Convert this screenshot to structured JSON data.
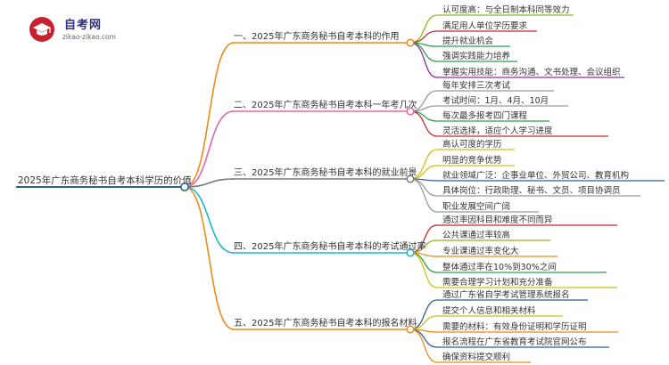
{
  "logo": {
    "title": "自考网",
    "url": "zikao-zikao.com",
    "icon": "graduation-cap-icon",
    "colors": {
      "badge": "#c8202d",
      "text": "#2d2f86"
    }
  },
  "root": {
    "label": "2025年广东商务秘书自考本科学历的价值",
    "color": "#2f5f8f"
  },
  "branches": [
    {
      "label": "一、2025年广东商务秘书自考本科的作用",
      "color": "#ee8a17",
      "children": [
        {
          "label": "认可度高：与全日制本科同等效力",
          "color": "#8cb81f"
        },
        {
          "label": "满足用人单位学历要求",
          "color": "#c8282e"
        },
        {
          "label": "提升就业机会",
          "color": "#2e9f4a"
        },
        {
          "label": "强调实践能力培养",
          "color": "#2e9f4a"
        },
        {
          "label": "掌握实用技能：商务沟通、文书处理、会议组织",
          "color": "#8a2ea0"
        }
      ]
    },
    {
      "label": "二、2025年广东商务秘书自考本科一年考几次",
      "color": "#e565b4",
      "children": [
        {
          "label": "每年安排三次考试",
          "color": "#9a9a9a"
        },
        {
          "label": "考试时间：1月、4月、10月",
          "color": "#9a9a9a"
        },
        {
          "label": "每次最多报考四门课程",
          "color": "#2e9f4a"
        },
        {
          "label": "灵活选择，适应个人学习进度",
          "color": "#c8282e"
        }
      ]
    },
    {
      "label": "三、2025年广东商务秘书自考本科的就业前景",
      "color": "#7a7a7a",
      "children": [
        {
          "label": "高认可度的学历",
          "color": "#c9c21d"
        },
        {
          "label": "明显的竞争优势",
          "color": "#c9c21d"
        },
        {
          "label": "就业领域广泛：企事业单位、外贸公司、教育机构",
          "color": "#2f5f8f"
        },
        {
          "label": "具体岗位：行政助理、秘书、文员、项目协调员",
          "color": "#9a9a9a"
        },
        {
          "label": "职业发展空间广阔",
          "color": "#9a9a9a"
        }
      ]
    },
    {
      "label": "四、2025年广东商务秘书自考本科的考试通过率",
      "color": "#1cb7d0",
      "children": [
        {
          "label": "通过率因科目和难度不同而异",
          "color": "#c8282e"
        },
        {
          "label": "公共课通过率较高",
          "color": "#8cb81f"
        },
        {
          "label": "专业课通过率变化大",
          "color": "#ee8a17"
        },
        {
          "label": "整体通过率在10%到30%之间",
          "color": "#2e9f4a"
        },
        {
          "label": "需要合理学习计划和充分准备",
          "color": "#c9c21d"
        }
      ]
    },
    {
      "label": "五、2025年广东商务秘书自考本科的报名材料",
      "color": "#ee8a17",
      "children": [
        {
          "label": "通过广东省自学考试管理系统报名",
          "color": "#2f5f8f"
        },
        {
          "label": "提交个人信息和相关材料",
          "color": "#c9c21d"
        },
        {
          "label": "需要的材料：有效身份证明和学历证明",
          "color": "#ee8a17"
        },
        {
          "label": "报名流程在广东省教育考试院官网公布",
          "color": "#2f5f8f"
        },
        {
          "label": "确保资料提交顺利",
          "color": "#ee8a17"
        }
      ]
    }
  ]
}
